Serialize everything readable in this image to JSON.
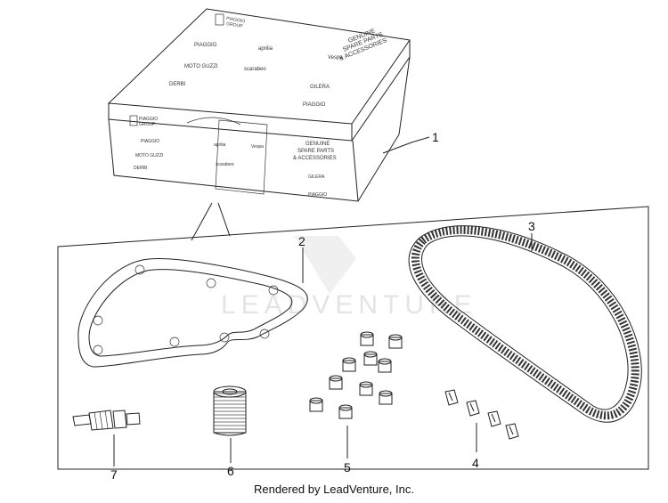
{
  "box": {
    "top_brand_line1": "PIAGGIO",
    "top_brand_line2": "GROUP",
    "top_heading_line1": "GENUINE",
    "top_heading_line2": "SPARE PARTS",
    "top_heading_line3": "& ACCESSORIES",
    "top_logos": [
      "PIAGGIO",
      "aprilia",
      "Vespa",
      "MOTO GUZZI",
      "scarabeo",
      "DERBI",
      "GILERA",
      "PIAGGIO"
    ],
    "side_brand_line1": "PIAGGIO",
    "side_brand_line2": "GROUP",
    "side_heading_line1": "GENUINE",
    "side_heading_line2": "SPARE PARTS",
    "side_heading_line3": "& ACCESSORIES",
    "side_logos": [
      "PIAGGIO",
      "aprilia",
      "Vespa",
      "MOTO GUZZI",
      "scarabeo",
      "DERBI",
      "GILERA",
      "PIAGGIO"
    ]
  },
  "watermark": "LEADVENTURE",
  "callouts": [
    "1",
    "2",
    "3",
    "4",
    "5",
    "6",
    "7"
  ],
  "footer": "Rendered by LeadVenture, Inc."
}
